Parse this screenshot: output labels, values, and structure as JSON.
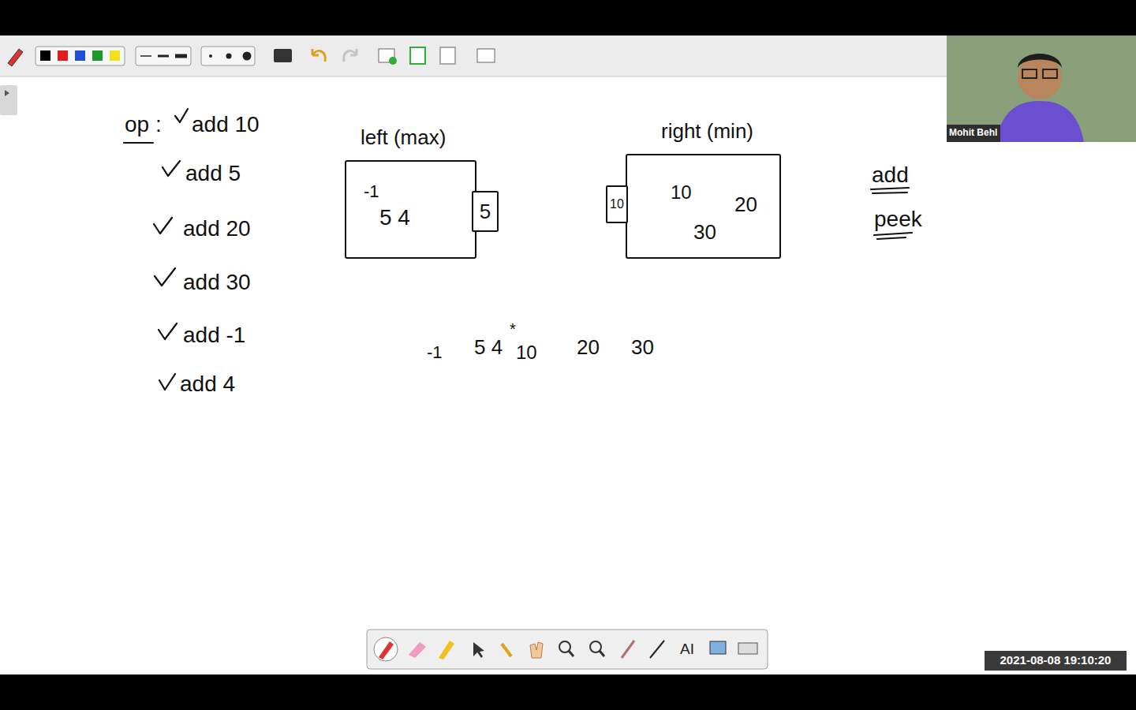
{
  "diagram": {
    "nodes": [
      {
        "text": [
          "left (max)",
          "-1",
          "5 4"
        ]
      },
      {
        "text": [
          "5"
        ]
      },
      {
        "text": [
          "right (min)",
          "10",
          "20",
          "30"
        ]
      },
      {
        "text": [
          "10"
        ]
      }
    ],
    "labels": [
      "op :",
      "add 10",
      "add 5",
      "add 20",
      "add 30",
      "add -1",
      "add 4",
      "add",
      "peek",
      "-1",
      "5 4",
      "*",
      "10",
      "20",
      "30",
      "Mohit Behl",
      "2021-08-08 19:10:20",
      "AI"
    ]
  }
}
